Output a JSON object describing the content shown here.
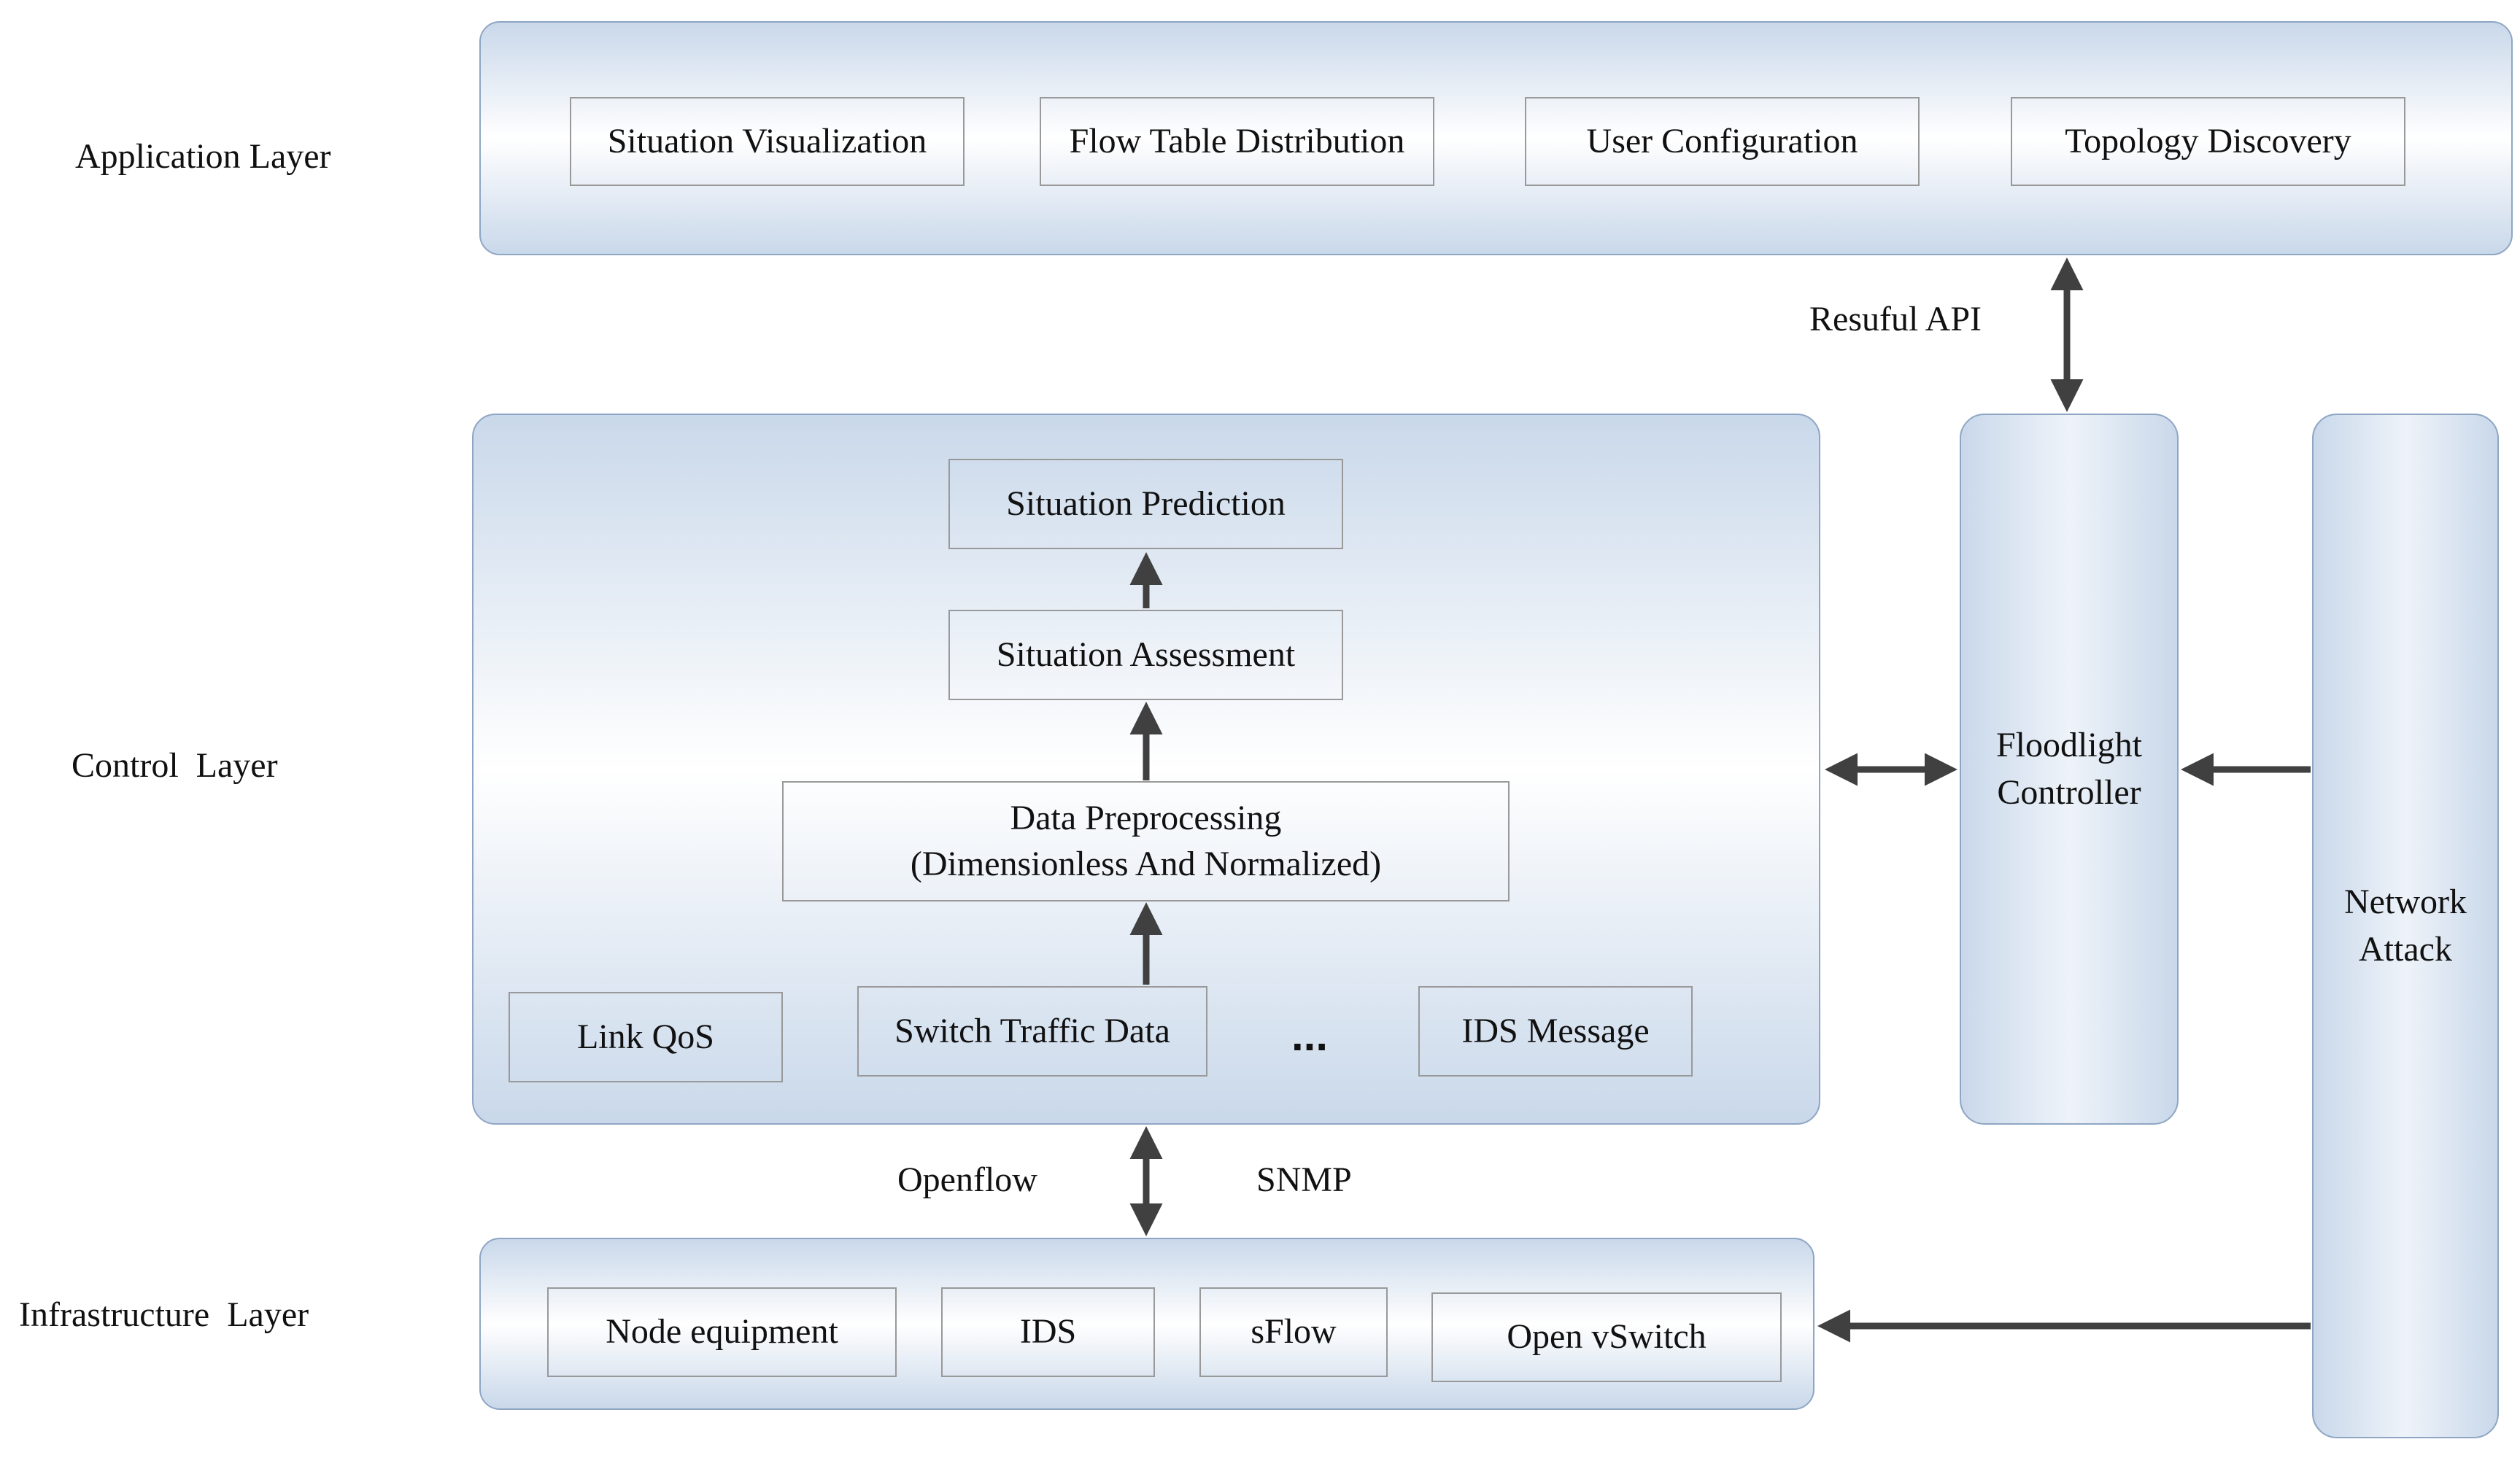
{
  "layers": {
    "application": "Application Layer",
    "control": "Control  Layer",
    "infrastructure": "Infrastructure  Layer"
  },
  "application_modules": [
    "Situation Visualization",
    "Flow Table Distribution",
    "User Configuration",
    "Topology Discovery"
  ],
  "control": {
    "situation_prediction": "Situation Prediction",
    "situation_assessment": "Situation Assessment",
    "data_preprocessing_line1": "Data Preprocessing",
    "data_preprocessing_line2": "(Dimensionless And Normalized)",
    "link_qos": "Link QoS",
    "switch_traffic_data": "Switch Traffic Data",
    "ellipsis": "...",
    "ids_message": "IDS Message"
  },
  "floodlight": {
    "line1": "Floodlight",
    "line2": "Controller"
  },
  "network_attack": {
    "line1": "Network",
    "line2": "Attack"
  },
  "connections": {
    "restful_api": "Resuful API",
    "openflow": "Openflow",
    "snmp": "SNMP"
  },
  "infrastructure_modules": [
    "Node equipment",
    "IDS",
    "sFlow",
    "Open vSwitch"
  ],
  "colors": {
    "panel_edge": "#c9d8ea",
    "panel_border": "#8ea6c4",
    "arrow": "#404040",
    "box_border": "#999999"
  }
}
